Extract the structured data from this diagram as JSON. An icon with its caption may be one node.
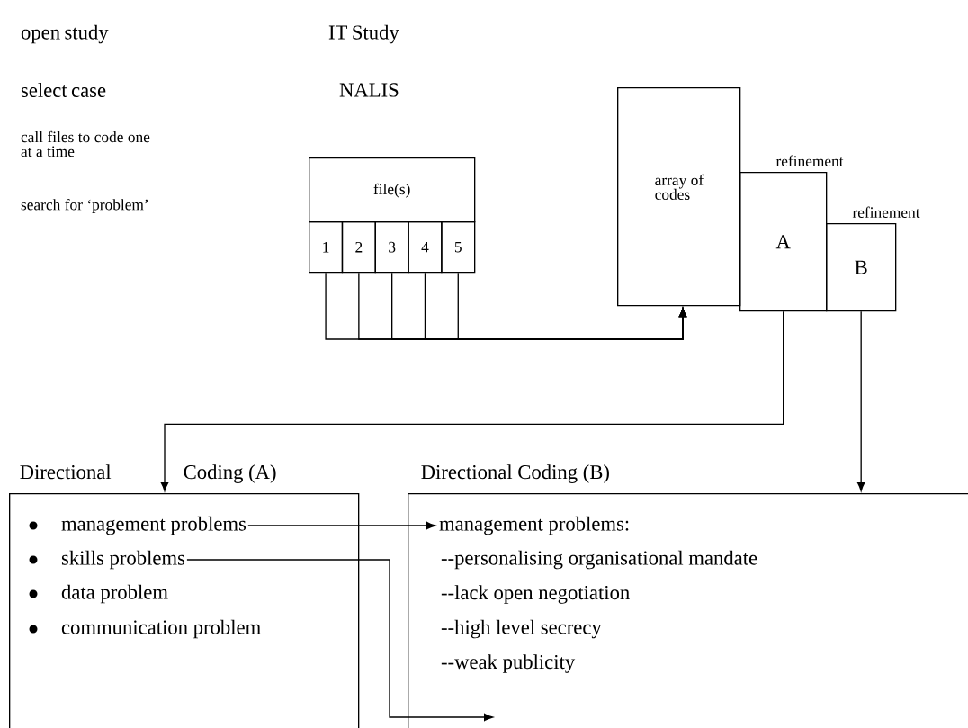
{
  "diagram": {
    "nodes": [
      {
        "text": [
          "file(s)"
        ]
      },
      {
        "text": [
          "1"
        ]
      },
      {
        "text": [
          "2"
        ]
      },
      {
        "text": [
          "3"
        ]
      },
      {
        "text": [
          "4"
        ]
      },
      {
        "text": [
          "5"
        ]
      },
      {
        "text": [
          "array of codes"
        ]
      },
      {
        "text": [
          "refinement",
          "A"
        ]
      },
      {
        "text": [
          "refinement",
          "B"
        ]
      },
      {
        "text": [
          "Directional",
          "Coding (A)"
        ]
      },
      {
        "text": [
          "management problems"
        ],
        "in": 9
      },
      {
        "text": [
          "skills problems"
        ],
        "in": 9
      },
      {
        "text": [
          "data problem"
        ],
        "in": 9
      },
      {
        "text": [
          "communication problem"
        ],
        "in": 9
      },
      {
        "text": [
          "Directional  Coding (B)",
          "--personalising organisational mandate",
          "--lack open negotiation",
          "--high level secrecy",
          "--weak publicity"
        ]
      },
      {
        "text": [
          "management problems:"
        ],
        "in": 14
      }
    ],
    "edges": [
      {
        "from": 1,
        "to": 6,
        "arrow": "to"
      },
      {
        "from": 2,
        "to": 6,
        "arrow": "to"
      },
      {
        "from": 3,
        "to": 6,
        "arrow": "to"
      },
      {
        "from": 4,
        "to": 6,
        "arrow": "to"
      },
      {
        "from": 5,
        "to": 6,
        "arrow": "to"
      },
      {
        "from": 7,
        "to": 9,
        "arrow": "to"
      },
      {
        "from": 8,
        "to": 14,
        "arrow": "to"
      },
      {
        "from": 10,
        "to": 15,
        "arrow": "to"
      },
      {
        "from": 11,
        "to": null,
        "arrow": "to"
      }
    ],
    "labels": [
      "open study",
      "IT Study",
      "select case",
      "NALIS",
      "call files to code one at a time",
      "search for ‘problem’"
    ]
  }
}
